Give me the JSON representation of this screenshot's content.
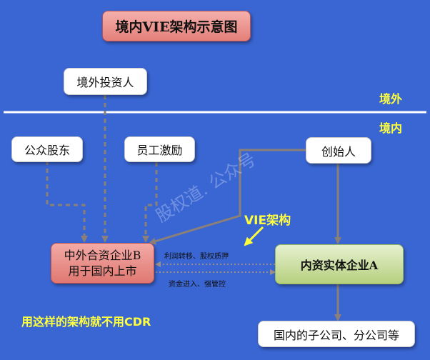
{
  "title": "境内VIE架构示意图",
  "offshore_label": "境外",
  "onshore_label": "境内",
  "nodes": {
    "offshore_investor": "境外投资人",
    "public_shareholders": "公众股东",
    "employee_incentive": "员工激励",
    "founder": "创始人",
    "jv_b_line1": "中外合资企业B",
    "jv_b_line2": "用于国内上市",
    "domestic_a": "内资实体企业A",
    "subsidiaries": "国内的子公司、分公司等"
  },
  "edge_labels": {
    "profit_transfer": "利润转移、股权质押",
    "funding_control": "资金进入、强管控"
  },
  "vie_label": "VIE架构",
  "note": "用这样的架构就不用CDR",
  "watermark": "股权道. 公众号",
  "colors": {
    "background": "#3a66d4",
    "accent_yellow": "#ffff3c",
    "arrow_gray": "#8a8078"
  }
}
